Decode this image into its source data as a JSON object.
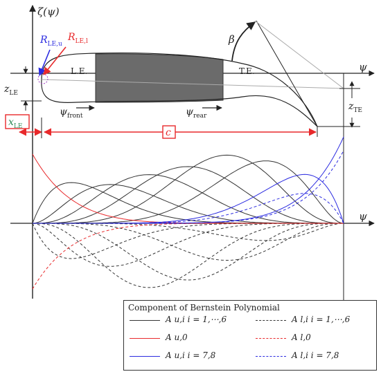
{
  "axes": {
    "zeta_label": "ζ(ψ)",
    "psi_top": "ψ",
    "psi_mid": "ψ"
  },
  "airfoil_labels": {
    "r_le_u": "R",
    "r_le_u_sub": "LE,u",
    "r_le_l": "R",
    "r_le_l_sub": "LE,l",
    "le": "L.E.",
    "te": "T.E.",
    "beta": "β",
    "z_le": "z",
    "z_le_sub": "LE",
    "z_te": "z",
    "z_te_sub": "TE",
    "x_le": "x",
    "x_le_sub": "LE",
    "psi_front": "ψ",
    "psi_front_sub": "front",
    "psi_rear": "ψ",
    "psi_rear_sub": "rear",
    "chord": "c"
  },
  "colors": {
    "black": "#333333",
    "red": "#e8292b",
    "blue": "#2a2ae0",
    "fill": "#6b6b6b",
    "green": "#2e8b57"
  },
  "legend": {
    "title": "Component of Bernstein Polynomial",
    "rows": [
      {
        "text": "A u,i   i = 1,⋯,6",
        "color": "#333333",
        "style": "solid"
      },
      {
        "text": "A l,i   i = 1,⋯,6",
        "color": "#333333",
        "style": "dashed"
      },
      {
        "text": "A u,0",
        "color": "#e8292b",
        "style": "solid"
      },
      {
        "text": "A l,0",
        "color": "#e8292b",
        "style": "dashed"
      },
      {
        "text": "A u,i   i = 7,8",
        "color": "#2a2ae0",
        "style": "solid"
      },
      {
        "text": "A l,i   i = 7,8",
        "color": "#2a2ae0",
        "style": "dashed"
      }
    ]
  }
}
